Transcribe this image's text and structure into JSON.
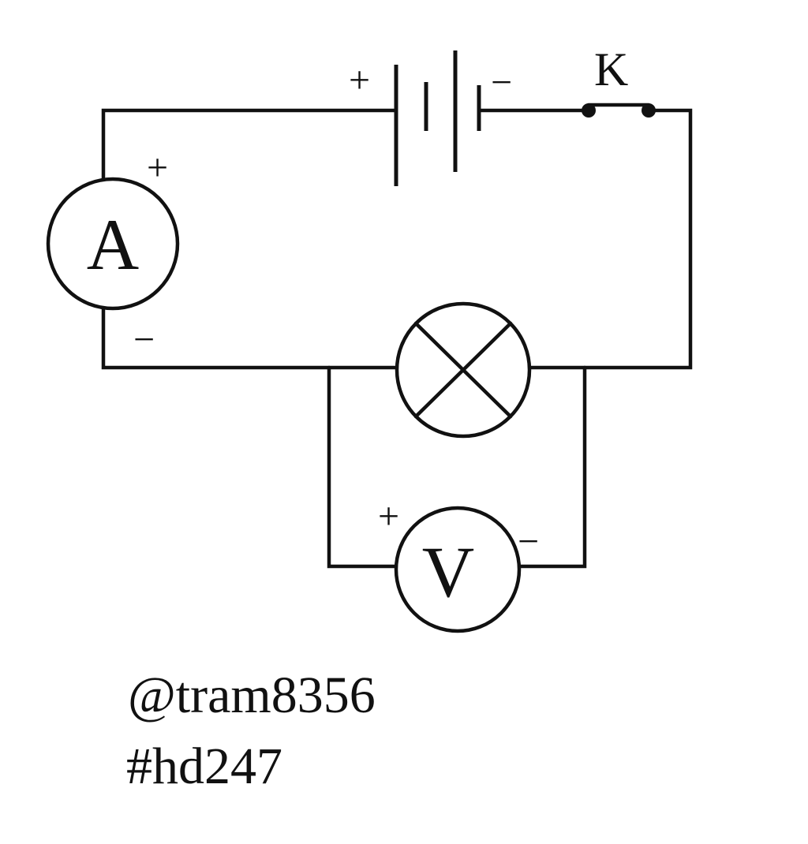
{
  "diagram": {
    "battery": {
      "plus_sign": "+",
      "minus_sign": "−"
    },
    "switch": {
      "label": "K"
    },
    "ammeter": {
      "letter": "A",
      "plus_sign": "+",
      "minus_sign": "−"
    },
    "voltmeter": {
      "letter": "V",
      "plus_sign": "+",
      "minus_sign": "−"
    },
    "lamp": {
      "icon": "lamp-cross-icon"
    }
  },
  "watermark": {
    "line1": "@tram8356",
    "line2": "#hd247"
  },
  "colors": {
    "stroke": "#111111",
    "background": "#ffffff"
  }
}
